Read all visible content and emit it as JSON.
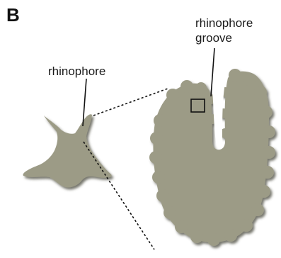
{
  "panel": {
    "letter": "B"
  },
  "labels": {
    "rhinophore": "rhinophore",
    "groove_line1": "rhinophore",
    "groove_line2": "groove"
  },
  "colors": {
    "body_fill": "#9b9a84",
    "shadow": "#5c5b4a",
    "line": "#111111"
  }
}
